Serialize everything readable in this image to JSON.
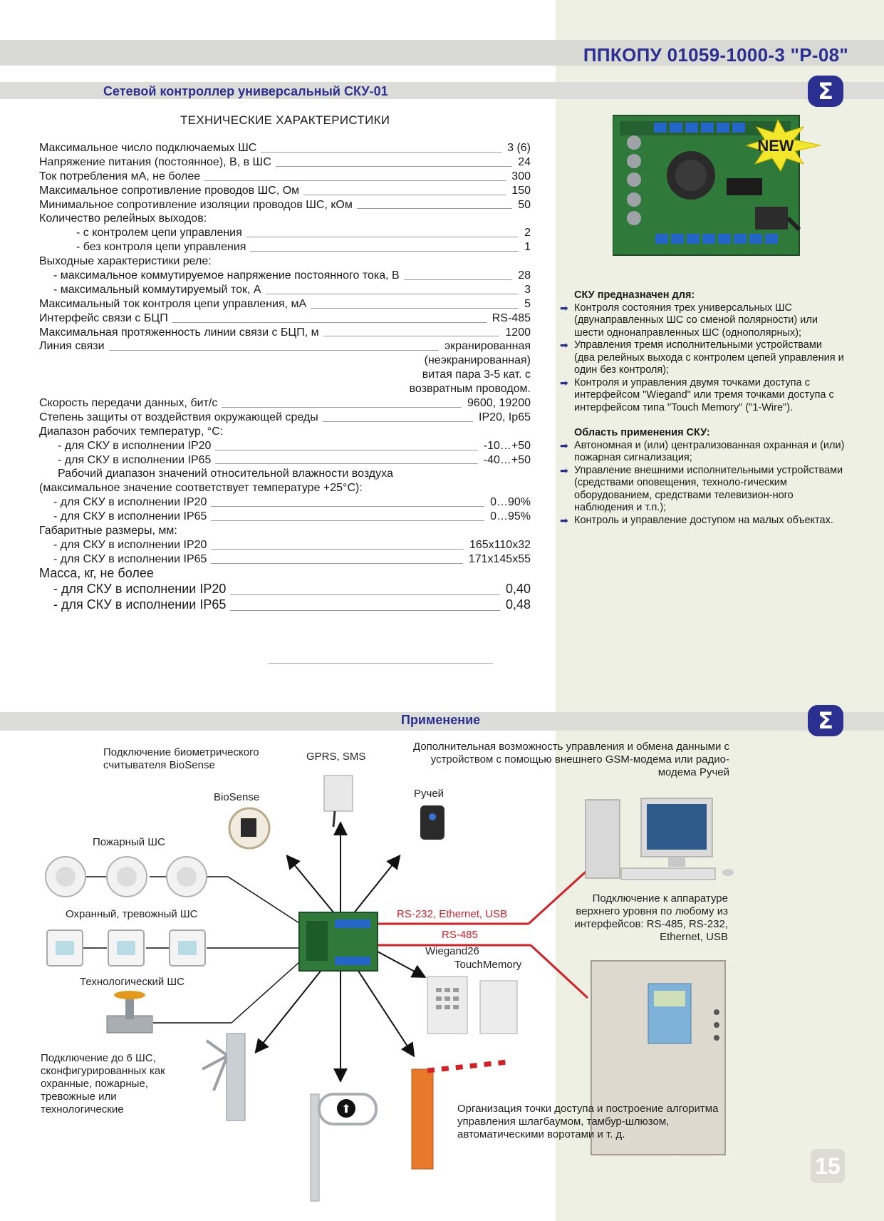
{
  "header": {
    "model": "ППКОПУ 01059-1000-3 \"Р-08\"",
    "section_title": "Сетевой контроллер универсальный СКУ-01",
    "logo_symbol": "Σ",
    "badge": "NEW"
  },
  "specs": {
    "heading": "ТЕХНИЧЕСКИЕ ХАРАКТЕРИСТИКИ",
    "rows": [
      {
        "label": "Максимальное число подключаемых ШС",
        "value": "3 (6)"
      },
      {
        "label": "Напряжение питания (постоянное), В, в ШС",
        "value": "24"
      },
      {
        "label": "Ток потребления мА, не более",
        "value": "300"
      },
      {
        "label": "Максимальное сопротивление проводов ШС, Ом",
        "value": "150"
      },
      {
        "label": "Минимальное сопротивление изоляции проводов ШС, кОм",
        "value": "50"
      },
      {
        "label": "Количество релейных выходов:",
        "value": ""
      },
      {
        "label": "- с контролем цепи управления",
        "value": "2"
      },
      {
        "label": "- без контроля цепи управления",
        "value": "1"
      },
      {
        "label": "Выходные характеристики реле:",
        "value": ""
      },
      {
        "label": "- максимальное коммутируемое напряжение постоянного тока, В",
        "value": "28"
      },
      {
        "label": "- максимальный коммутируемый ток, А",
        "value": "3"
      },
      {
        "label": "Максимальный ток контроля цепи управления, мА",
        "value": "5"
      },
      {
        "label": "Интерфейс связи с БЦП",
        "value": "RS-485"
      },
      {
        "label": "Максимальная протяженность линии связи с БЦП, м",
        "value": "1200"
      },
      {
        "label": "Линия связи",
        "value": "экранированная"
      },
      {
        "label": "",
        "value": "(неэкранированная)"
      },
      {
        "label": "",
        "value": "витая пара 3-5 кат. с"
      },
      {
        "label": "",
        "value": "возвратным проводом."
      },
      {
        "label": "Скорость передачи данных, бит/с",
        "value": "9600, 19200"
      },
      {
        "label": "Степень защиты от воздействия окружающей среды",
        "value": "IP20, Ip65"
      },
      {
        "label": "Диапазон рабочих температур, °С:",
        "value": ""
      },
      {
        "label": "- для СКУ в исполнении IP20",
        "value": "-10…+50"
      },
      {
        "label": "- для СКУ в исполнении IP65",
        "value": "-40…+50"
      },
      {
        "label": "Рабочий диапазон значений относительной влажности воздуха",
        "value": ""
      },
      {
        "label": "(максимальное значение соответствует температуре +25°С):",
        "value": ""
      },
      {
        "label": "- для СКУ в исполнении IP20",
        "value": "0…90%"
      },
      {
        "label": "- для СКУ в исполнении IP65",
        "value": "0…95%"
      },
      {
        "label": "Габаритные размеры, мм:",
        "value": ""
      },
      {
        "label": "- для СКУ в исполнении IP20",
        "value": "165x110x32"
      },
      {
        "label": "- для СКУ в исполнении IP65",
        "value": "171x145x55"
      },
      {
        "label": "Масса, кг, не более",
        "value": ""
      },
      {
        "label": "- для СКУ в исполнении IP20",
        "value": "0,40"
      },
      {
        "label": "- для СКУ в исполнении IP65",
        "value": "0,48"
      }
    ]
  },
  "purpose": {
    "heading": "СКУ предназначен для:",
    "items": [
      "Контроля состояния трех универсальных ШС (двунаправленных ШС со сменой полярности) или шести однонаправленных ШС (однополярных);",
      "Управления тремя исполнительными устройствами (два релейных выхода с контролем цепей управления и один без контроля);",
      "Контроля и управления двумя точками доступа с интерфейсом \"Wiegand\" или тремя точками доступа с интерфейсом типа \"Touch Memory\" (\"1-Wire\")."
    ]
  },
  "application_area": {
    "heading": "Область применения СКУ:",
    "items": [
      "Автономная и (или) централизованная охранная и (или) пожарная сигнализация;",
      "Управление внешними исполнительными устройствами (средствами оповещения, техноло-гическим оборудованием, средствами телевизион-ного наблюдения и т.п.);",
      "Контроль и управление доступом на малых объектах."
    ]
  },
  "diagram": {
    "title": "Применение",
    "biometric": "Подключение биометрического считывателя BioSense",
    "gprs": "GPRS, SMS",
    "biosense": "BioSense",
    "ruchei": "Ручей",
    "gsm_note": "Дополнительная возможность управления и обмена данными с устройством с помощью внешнего GSM-модема или радио-модема Ручей",
    "fire": "Пожарный ШС",
    "security": "Охранный, тревожный ШС",
    "tech": "Технологический ШС",
    "rs232": "RS-232, Ethernet, USB",
    "rs485": "RS-485",
    "wiegand": "Wiegand26",
    "touchmemory": "TouchMemory",
    "upper_level": "Подключение к аппаратуре верхнего уровня по любому из интерфейсов: RS-485, RS-232, Ethernet, USB",
    "zones_note": "Подключение до 6 ШС, сконфигурированных как охранные, пожарные, тревожные или технологические",
    "access_note": "Организация точки доступа и построение алгоритма управления шлагбаумом, тамбур-шлюзом, автоматическими воротами и т. д."
  },
  "page_number": "15",
  "colors": {
    "accent": "#2b2f8f",
    "band": "#d9dad6",
    "rightbg": "#eef0e4",
    "red": "#d42027"
  }
}
